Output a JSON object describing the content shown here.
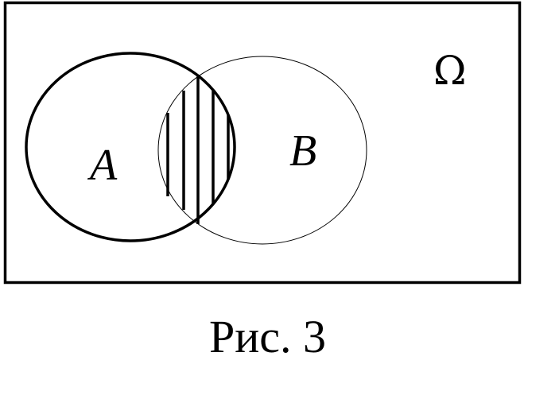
{
  "diagram": {
    "universe_label": "Ω",
    "set_a_label": "A",
    "set_b_label": "B",
    "caption": "Рис. 3"
  },
  "colors": {
    "ink": "#000000",
    "background": "#ffffff"
  }
}
